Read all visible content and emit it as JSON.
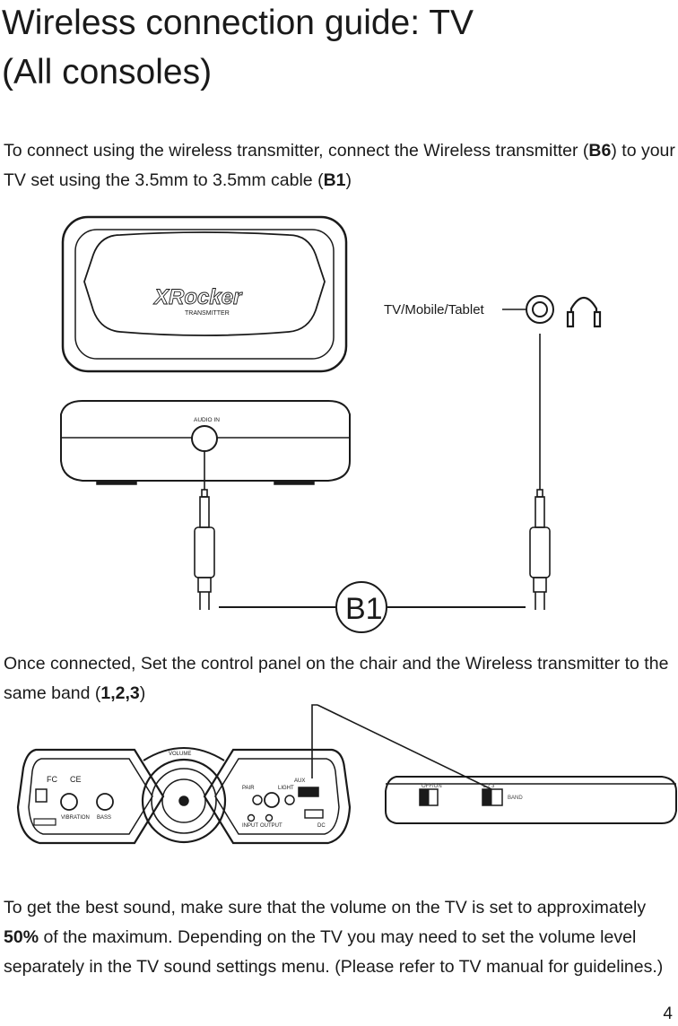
{
  "title_line1": "Wireless connection guide: TV",
  "title_line2": "(All consoles)",
  "p1": {
    "pre": "To connect using the wireless transmitter, connect the Wireless transmitter (",
    "b6": "B6",
    "mid": ") to your TV set using the 3.5mm to 3.5mm cable (",
    "b1": "B1",
    "post": ")"
  },
  "p2": {
    "pre": "Once connected, Set the control panel on the chair and the Wireless transmitter to the same band (",
    "bands": "1,2,3",
    "post": ")"
  },
  "p3": {
    "pre": "To get the best sound, make sure that the volume on the TV is set to approximately ",
    "pct": "50%",
    "post": " of the maximum. Depending on the TV you may need to set the volume level separately in the TV sound settings menu. (Please refer to TV manual for guidelines.)"
  },
  "figure1": {
    "logo": "XRocker",
    "transmitter_label": "TRANSMITTER",
    "audio_in": "AUDIO IN",
    "device_label": "TV/Mobile/Tablet",
    "cable_label": "B1"
  },
  "figure2": {
    "volume": "VOLUME",
    "fc": "FC",
    "ce": "CE",
    "vibration": "VIBRATION",
    "bass": "BASS",
    "pair": "PAIR",
    "light": "LIGHT",
    "aux": "AUX",
    "input": "INPUT",
    "output": "OUTPUT",
    "dc": "DC",
    "off_on": "OFF/ON",
    "band": "BAND",
    "band_nums": "1 2 3"
  },
  "page_number": "4"
}
